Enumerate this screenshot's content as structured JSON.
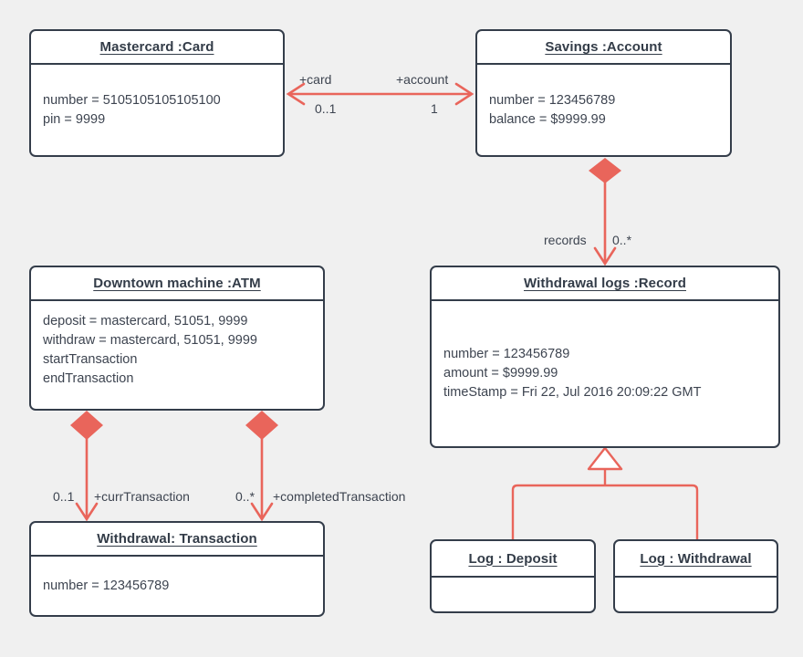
{
  "diagram": {
    "kind": "uml-object-diagram",
    "background_color": "#f0f0f0",
    "box_border_color": "#343d4a",
    "box_fill_color": "#ffffff",
    "edge_color": "#e9655b",
    "text_color": "#3d4450"
  },
  "objects": {
    "card": {
      "title": "Mastercard :Card",
      "attributes": [
        "number = 5105105105105100",
        "pin = 9999"
      ]
    },
    "account": {
      "title": "Savings :Account",
      "attributes": [
        "number = 123456789",
        "balance = $9999.99"
      ]
    },
    "atm": {
      "title": "Downtown machine :ATM",
      "attributes": [
        "deposit = mastercard, 51051, 9999",
        "withdraw = mastercard, 51051, 9999",
        "startTransaction",
        "endTransaction"
      ]
    },
    "record": {
      "title": "Withdrawal logs :Record",
      "attributes": [
        "number = 123456789",
        "amount = $9999.99",
        "timeStamp = Fri 22, Jul 2016 20:09:22 GMT"
      ]
    },
    "transaction": {
      "title": "Withdrawal: Transaction",
      "attributes": [
        "number = 123456789"
      ]
    },
    "log_deposit": {
      "title": "Log : Deposit",
      "attributes": []
    },
    "log_withdrawal": {
      "title": "Log : Withdrawal",
      "attributes": []
    }
  },
  "edges": {
    "card_account": {
      "role_source": "+card",
      "multiplicity_source": "0..1",
      "role_target": "+account",
      "multiplicity_target": "1"
    },
    "account_record": {
      "role": "records",
      "multiplicity": "0..*"
    },
    "atm_curr_transaction": {
      "multiplicity": "0..1",
      "role": "+currTransaction"
    },
    "atm_completed_transaction": {
      "multiplicity": "0..*",
      "role": "+completedTransaction"
    }
  }
}
